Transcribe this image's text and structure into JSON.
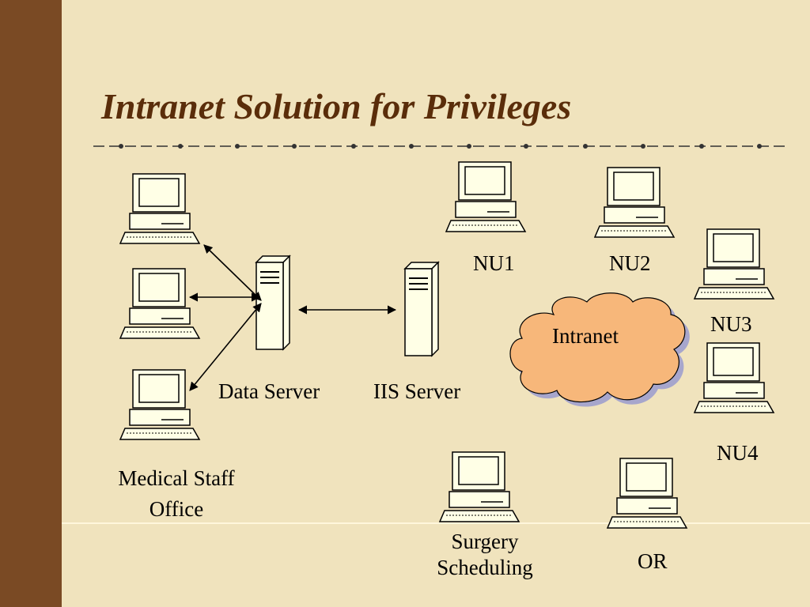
{
  "slide": {
    "title": "Intranet Solution for Privileges"
  },
  "nodes": {
    "medical_staff_office": "Medical Staff Office",
    "data_server": "Data Server",
    "iis_server": "IIS Server",
    "intranet": "Intranet",
    "nu1": "NU1",
    "nu2": "NU2",
    "nu3": "NU3",
    "nu4": "NU4",
    "surgery_scheduling": "Surgery Scheduling",
    "or": "OR"
  },
  "labels": {
    "medical_staff_line1": "Medical Staff",
    "medical_staff_line2": "Office",
    "surgery_line1": "Surgery",
    "surgery_line2": "Scheduling"
  },
  "colors": {
    "background": "#f0e3bd",
    "sidebar": "#7a4a24",
    "title": "#5a2d0a",
    "cloud_fill": "#f7b77a",
    "device_fill": "#ffffe6"
  }
}
